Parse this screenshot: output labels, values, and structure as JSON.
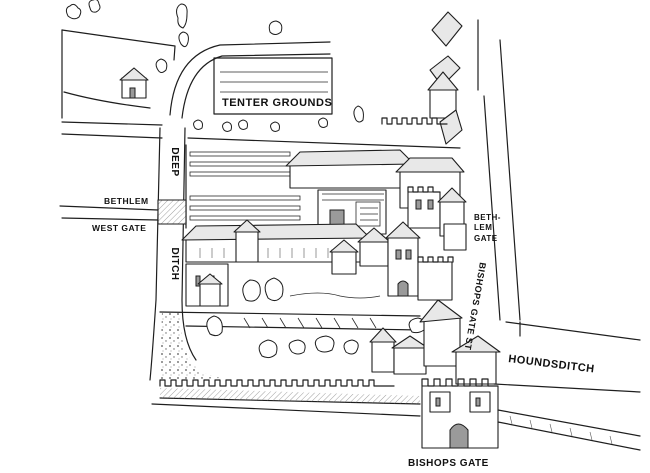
{
  "labels": {
    "tenter_grounds": "TENTER GROUNDS",
    "deep_1": "DEEP",
    "ditch_1": "DITCH",
    "bethlem_west_1": "BETHLEM",
    "bethlem_west_2": "WEST GATE",
    "bethlem_gate_1": "BETH-",
    "bethlem_gate_2": "LEM",
    "bethlem_gate_3": "GATE",
    "bishops_gate_st": "BISHOPS GATE ST",
    "houndsditch": "HOUNDSDITCH",
    "bishops_gate": "BISHOPS GATE"
  },
  "colors": {
    "ink": "#1e1e1e",
    "paper": "#ffffff",
    "shade": "#e8e8e8"
  }
}
